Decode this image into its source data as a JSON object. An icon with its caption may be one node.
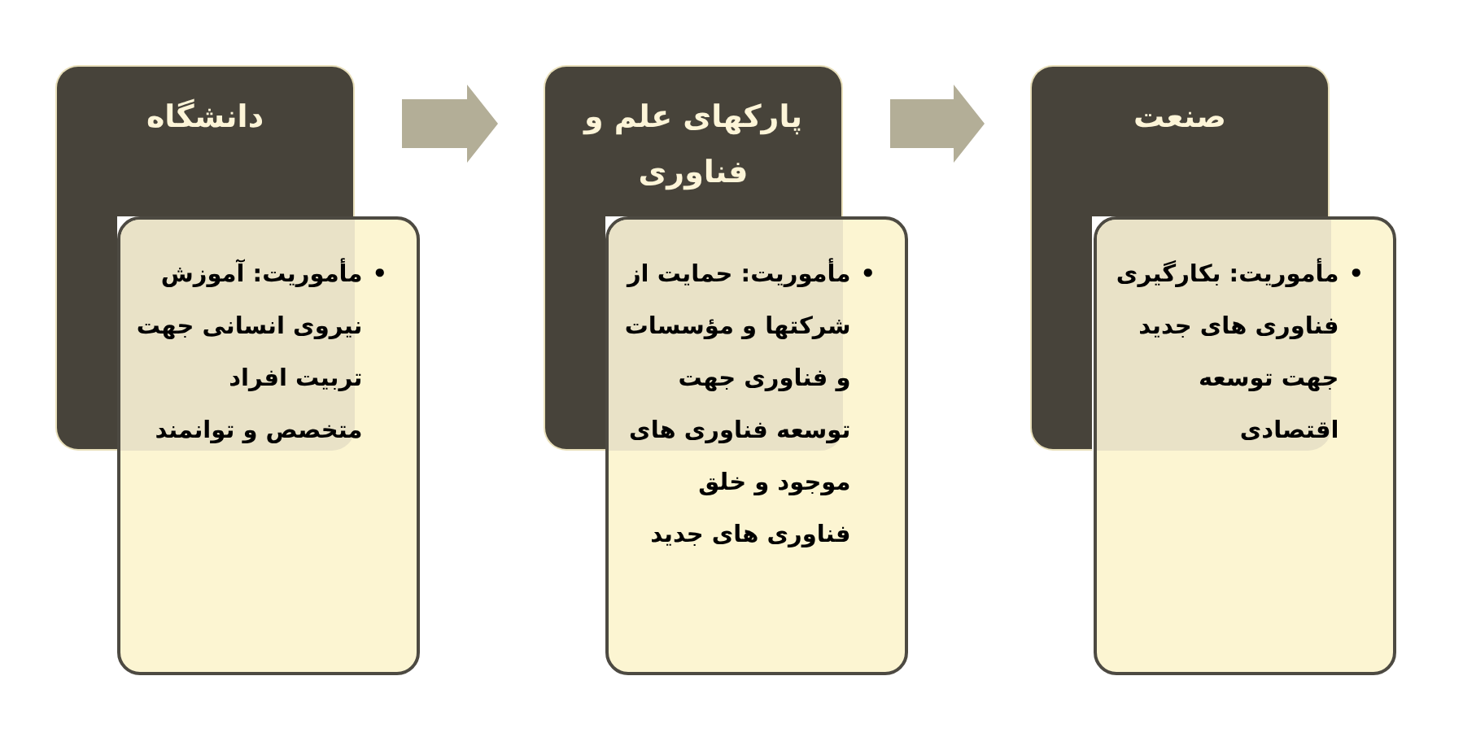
{
  "diagram": {
    "nodes": [
      {
        "text": [
          "دانشگاه"
        ]
      },
      {
        "text": [
          "•",
          "مأموریت: آموزش نیروی انسانی جهت تربیت افراد متخصص و توانمند"
        ]
      },
      {
        "text": [
          "پارکهای علم و فناوری"
        ]
      },
      {
        "text": [
          "•",
          "مأموریت: حمایت از شرکتها و مؤسسات و فناوری جهت توسعه فناوری های موجود و خلق فناوری های جدید"
        ]
      },
      {
        "text": [
          "صنعت"
        ]
      },
      {
        "text": [
          "•",
          "مأموریت: بکارگیری فناوری های جدید جهت توسعه اقتصادی"
        ]
      }
    ],
    "edges": [
      {
        "from": 0,
        "to": 2,
        "arrow": "to",
        "style": "thick"
      },
      {
        "from": 2,
        "to": 4,
        "arrow": "to",
        "style": "thick"
      }
    ]
  }
}
